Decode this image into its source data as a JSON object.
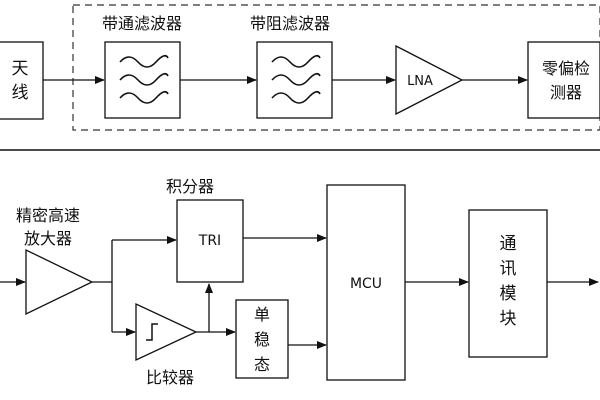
{
  "upper": {
    "antenna": [
      "天",
      "线"
    ],
    "bandpass_title": "带通滤波器",
    "bandstop_title": "带阻滤波器",
    "lna": "LNA",
    "detector": [
      "零偏检",
      "测器"
    ]
  },
  "lower": {
    "amp_label": [
      "精密高速",
      "放大器"
    ],
    "integrator_title": "积分器",
    "tri": "TRI",
    "comparator_label": "比较器",
    "monostable": [
      "单",
      "稳",
      "态"
    ],
    "mcu": "MCU",
    "comm": [
      "通",
      "讯",
      "模",
      "块"
    ]
  }
}
